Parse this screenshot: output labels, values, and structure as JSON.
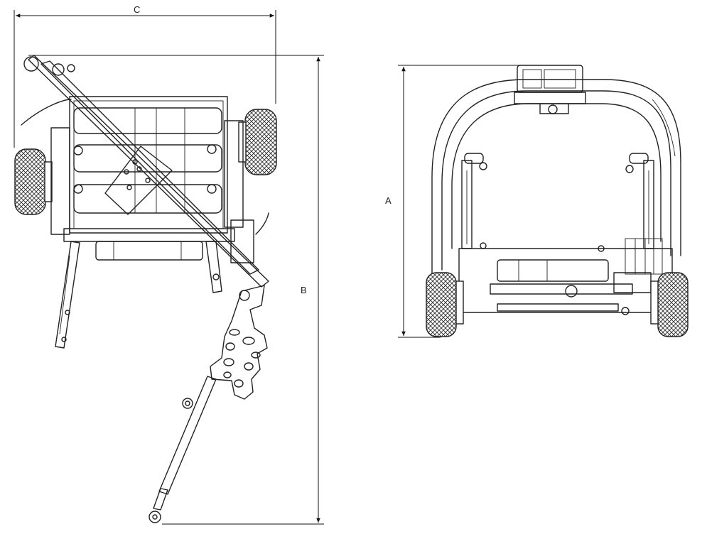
{
  "dimensions": {
    "width_label": "C",
    "length_label": "B",
    "height_label": "A"
  }
}
